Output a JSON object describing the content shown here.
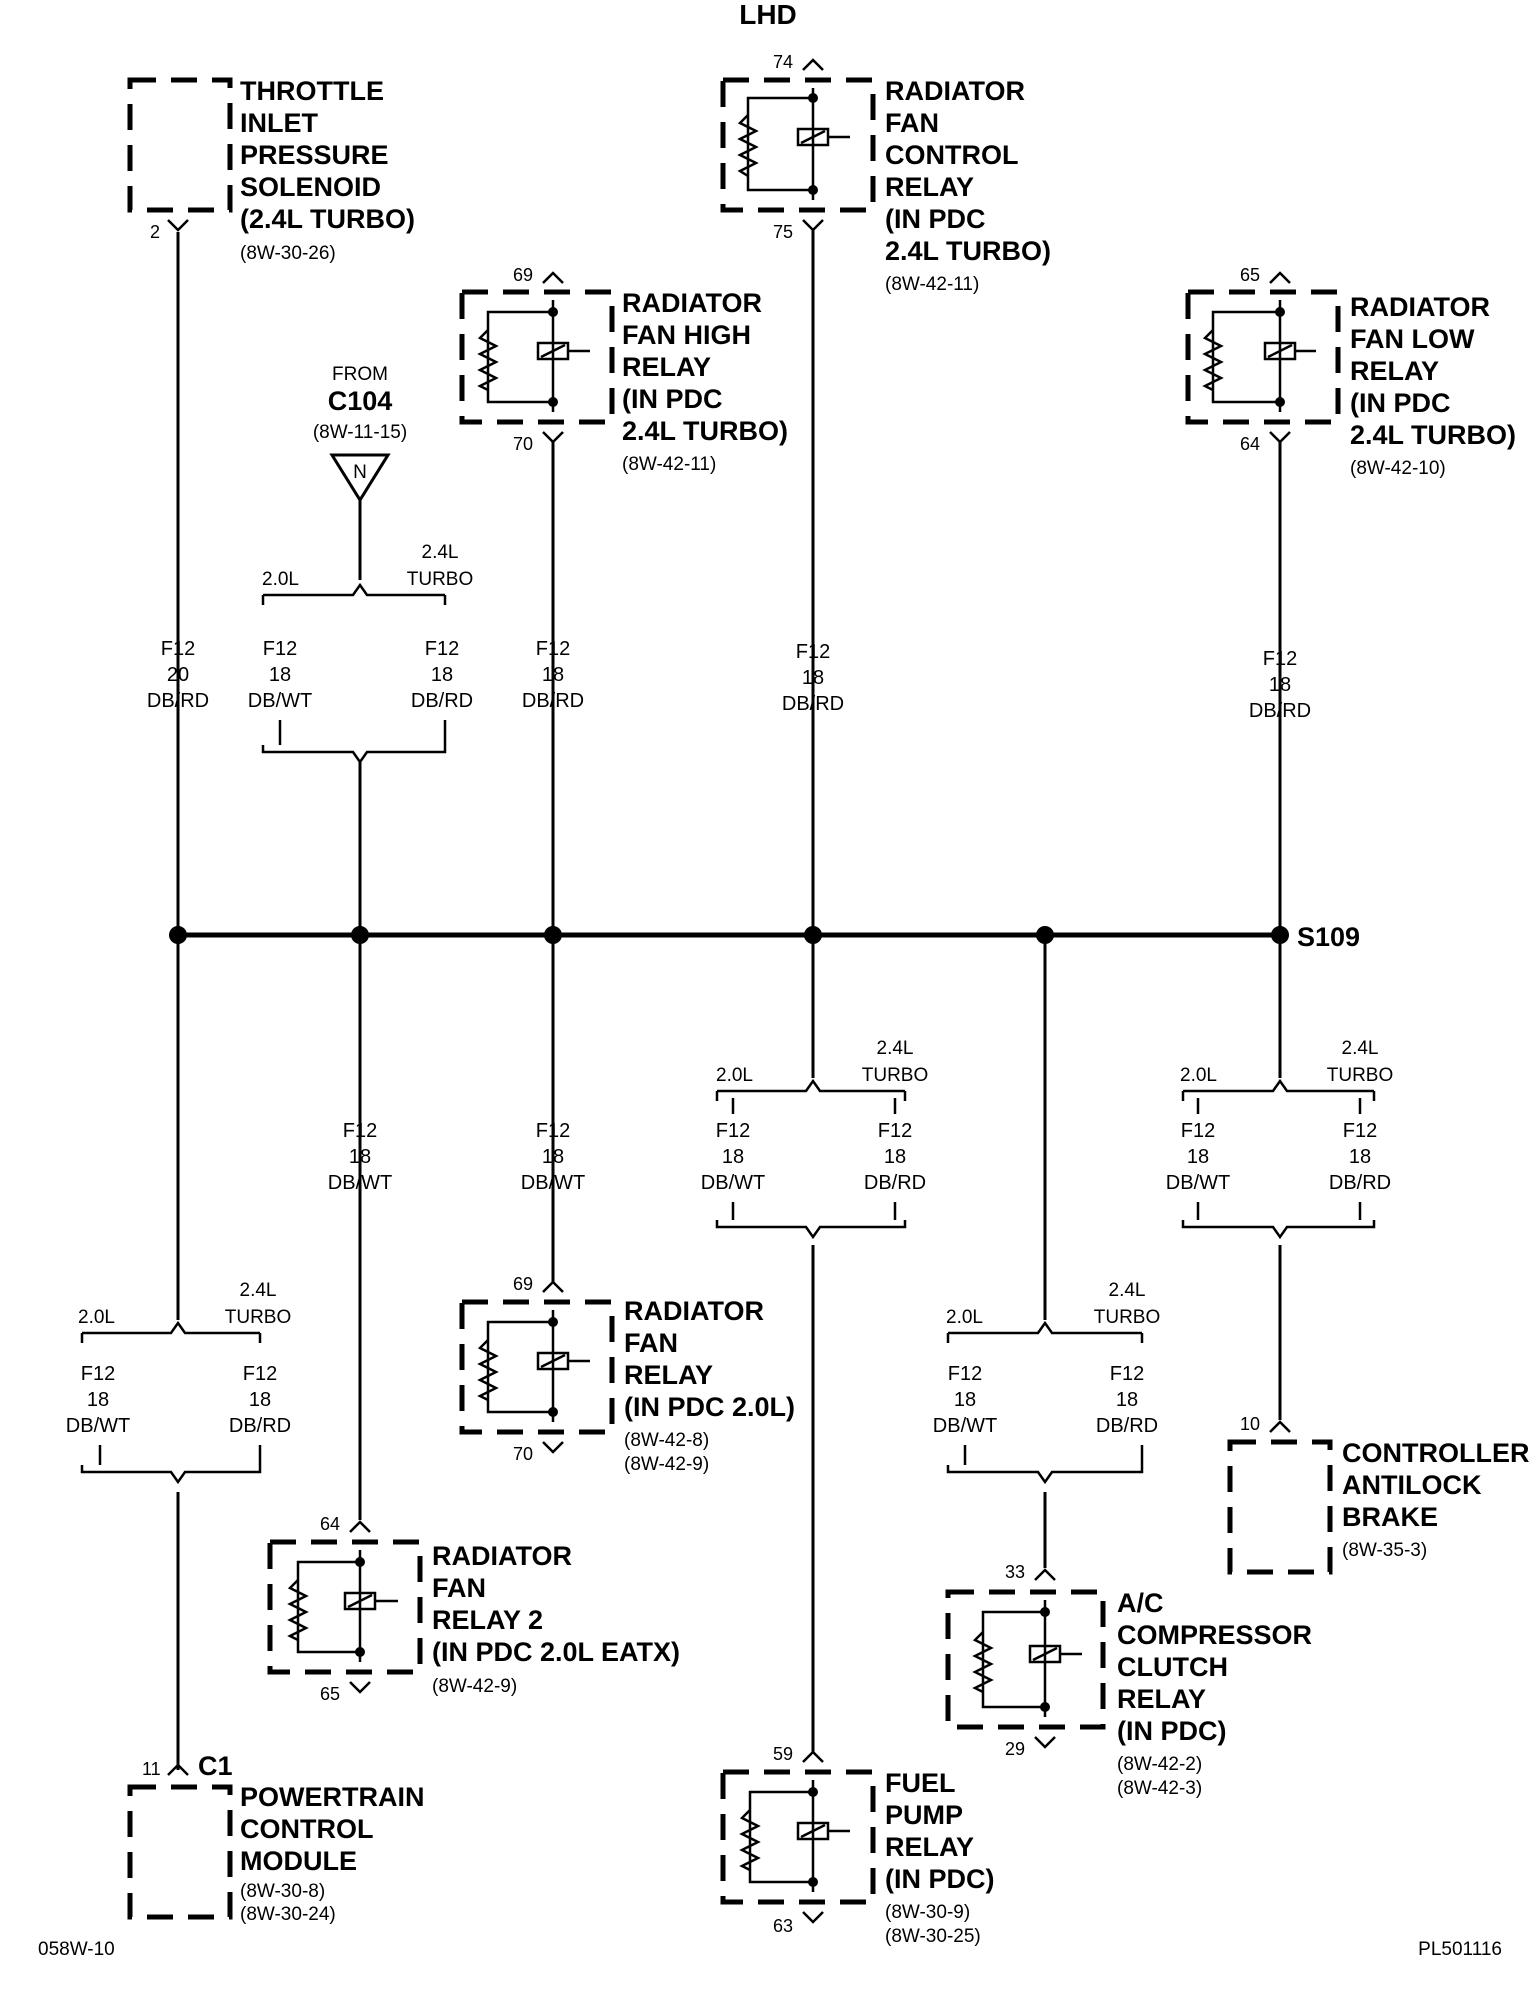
{
  "header": {
    "title": "LHD"
  },
  "footer": {
    "left_code": "058W-10",
    "right_code": "PL501116"
  },
  "splice": {
    "label": "S109"
  },
  "feed": {
    "from": "FROM",
    "connector": "C104",
    "ref": "(8W-11-15)",
    "symbol": "N"
  },
  "branch_labels": {
    "left": "2.0L",
    "right_top": "2.4L",
    "right_bottom": "TURBO"
  },
  "components": {
    "throttle": {
      "lines": [
        "THROTTLE",
        "INLET",
        "PRESSURE",
        "SOLENOID",
        "(2.4L TURBO)"
      ],
      "ref": "(8W-30-26)",
      "pin": "2"
    },
    "rad_fan_control": {
      "lines": [
        "RADIATOR",
        "FAN",
        "CONTROL",
        "RELAY",
        "(IN PDC",
        "2.4L TURBO)"
      ],
      "ref": "(8W-42-11)",
      "pin_top": "74",
      "pin_bottom": "75"
    },
    "rad_fan_high": {
      "lines": [
        "RADIATOR",
        "FAN HIGH",
        "RELAY",
        "(IN PDC",
        "2.4L TURBO)"
      ],
      "ref": "(8W-42-11)",
      "pin_top": "69",
      "pin_bottom": "70"
    },
    "rad_fan_low": {
      "lines": [
        "RADIATOR",
        "FAN LOW",
        "RELAY",
        "(IN PDC",
        "2.4L TURBO)"
      ],
      "ref": "(8W-42-10)",
      "pin_top": "65",
      "pin_bottom": "64"
    },
    "rad_fan_relay": {
      "lines": [
        "RADIATOR",
        "FAN",
        "RELAY",
        "(IN PDC 2.0L)"
      ],
      "refs": [
        "(8W-42-8)",
        "(8W-42-9)"
      ],
      "pin_top": "69",
      "pin_bottom": "70"
    },
    "rad_fan_relay2": {
      "lines": [
        "RADIATOR",
        "FAN",
        "RELAY 2",
        "(IN PDC 2.0L EATX)"
      ],
      "ref": "(8W-42-9)",
      "pin_top": "64",
      "pin_bottom": "65"
    },
    "pcm": {
      "lines": [
        "POWERTRAIN",
        "CONTROL",
        "MODULE"
      ],
      "refs": [
        "(8W-30-8)",
        "(8W-30-24)"
      ],
      "pin": "11",
      "connector": "C1"
    },
    "fuel_pump": {
      "lines": [
        "FUEL",
        "PUMP",
        "RELAY",
        "(IN PDC)"
      ],
      "refs": [
        "(8W-30-9)",
        "(8W-30-25)"
      ],
      "pin_top": "59",
      "pin_bottom": "63"
    },
    "ac_clutch": {
      "lines": [
        "A/C",
        "COMPRESSOR",
        "CLUTCH",
        "RELAY",
        "(IN PDC)"
      ],
      "refs": [
        "(8W-42-2)",
        "(8W-42-3)"
      ],
      "pin_top": "33",
      "pin_bottom": "29"
    },
    "abs": {
      "lines": [
        "CONTROLLER",
        "ANTILOCK",
        "BRAKE"
      ],
      "ref": "(8W-35-3)",
      "pin": "10"
    }
  },
  "wires": {
    "w1": [
      "F12",
      "20",
      "DB/RD"
    ],
    "w2a": [
      "F12",
      "18",
      "DB/WT"
    ],
    "w2b": [
      "F12",
      "18",
      "DB/RD"
    ],
    "w3": [
      "F12",
      "18",
      "DB/RD"
    ],
    "w4": [
      "F12",
      "18",
      "DB/RD"
    ],
    "w5": [
      "F12",
      "18",
      "DB/RD"
    ],
    "w6": [
      "F12",
      "18",
      "DB/WT"
    ],
    "w7": [
      "F12",
      "18",
      "DB/WT"
    ],
    "w8a": [
      "F12",
      "18",
      "DB/WT"
    ],
    "w8b": [
      "F12",
      "18",
      "DB/RD"
    ],
    "w9a": [
      "F12",
      "18",
      "DB/WT"
    ],
    "w9b": [
      "F12",
      "18",
      "DB/RD"
    ],
    "w10a": [
      "F12",
      "18",
      "DB/WT"
    ],
    "w10b": [
      "F12",
      "18",
      "DB/RD"
    ],
    "w11a": [
      "F12",
      "18",
      "DB/WT"
    ],
    "w11b": [
      "F12",
      "18",
      "DB/RD"
    ]
  }
}
